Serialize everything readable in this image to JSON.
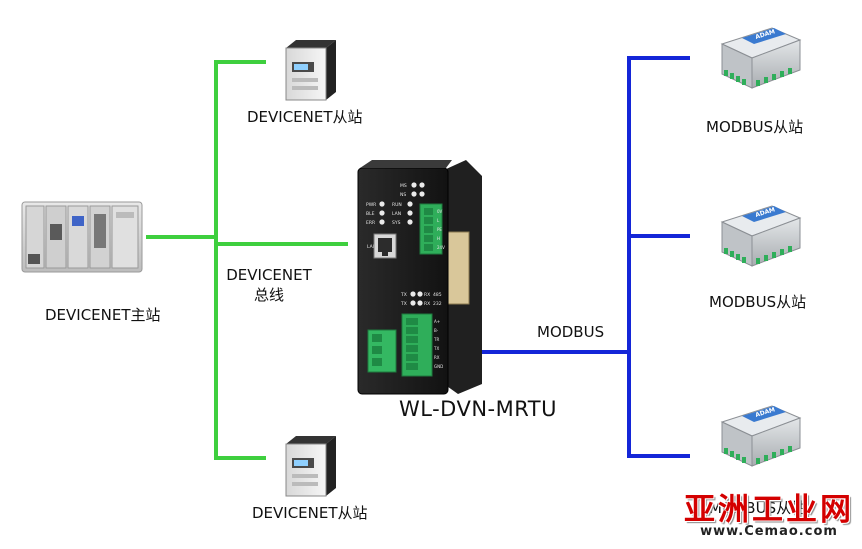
{
  "colors": {
    "devicenet_line": "#3ecf3e",
    "modbus_line": "#1426d8",
    "gateway_body": "#1c1c1c",
    "terminal_green": "#2fae5a",
    "watermark_red": "#d40000"
  },
  "labels": {
    "master": "DEVICENET主站",
    "devicenet_bus_line1": "DEVICENET",
    "devicenet_bus_line2": "总线",
    "dn_slave_top": "DEVICENET从站",
    "dn_slave_bottom": "DEVICENET从站",
    "modbus_bus": "MODBUS",
    "mb_slave_top": "MODBUS从站",
    "mb_slave_mid": "MODBUS从站",
    "mb_slave_bottom": "MODBUS从站",
    "gateway_model": "WL-DVN-MRTU"
  },
  "gateway_panel": {
    "ms": "MS",
    "ns": "NS",
    "pwr": "PWR",
    "run": "RUN",
    "ble": "BLE",
    "lan_led": "LAN",
    "err": "ERR",
    "sys": "SYS",
    "lan_port": "LAN",
    "tx1": "TX",
    "rx1": "RX",
    "n485": "485",
    "tx2": "TX",
    "rx2": "RX",
    "n232": "232",
    "term_top": [
      "0V",
      "L",
      "PE",
      "H",
      "24V"
    ],
    "term_bottom": [
      "A+",
      "B-",
      "TR",
      "TX",
      "RX",
      "GND"
    ]
  },
  "device_labels": {
    "adam": "ADAM"
  },
  "watermark": {
    "title": "亚洲工业网",
    "url": "www.Cemao.com"
  },
  "icons": [
    "plc-master-icon",
    "devicenet-drive-icon",
    "gateway-device-icon",
    "adam-module-icon"
  ]
}
